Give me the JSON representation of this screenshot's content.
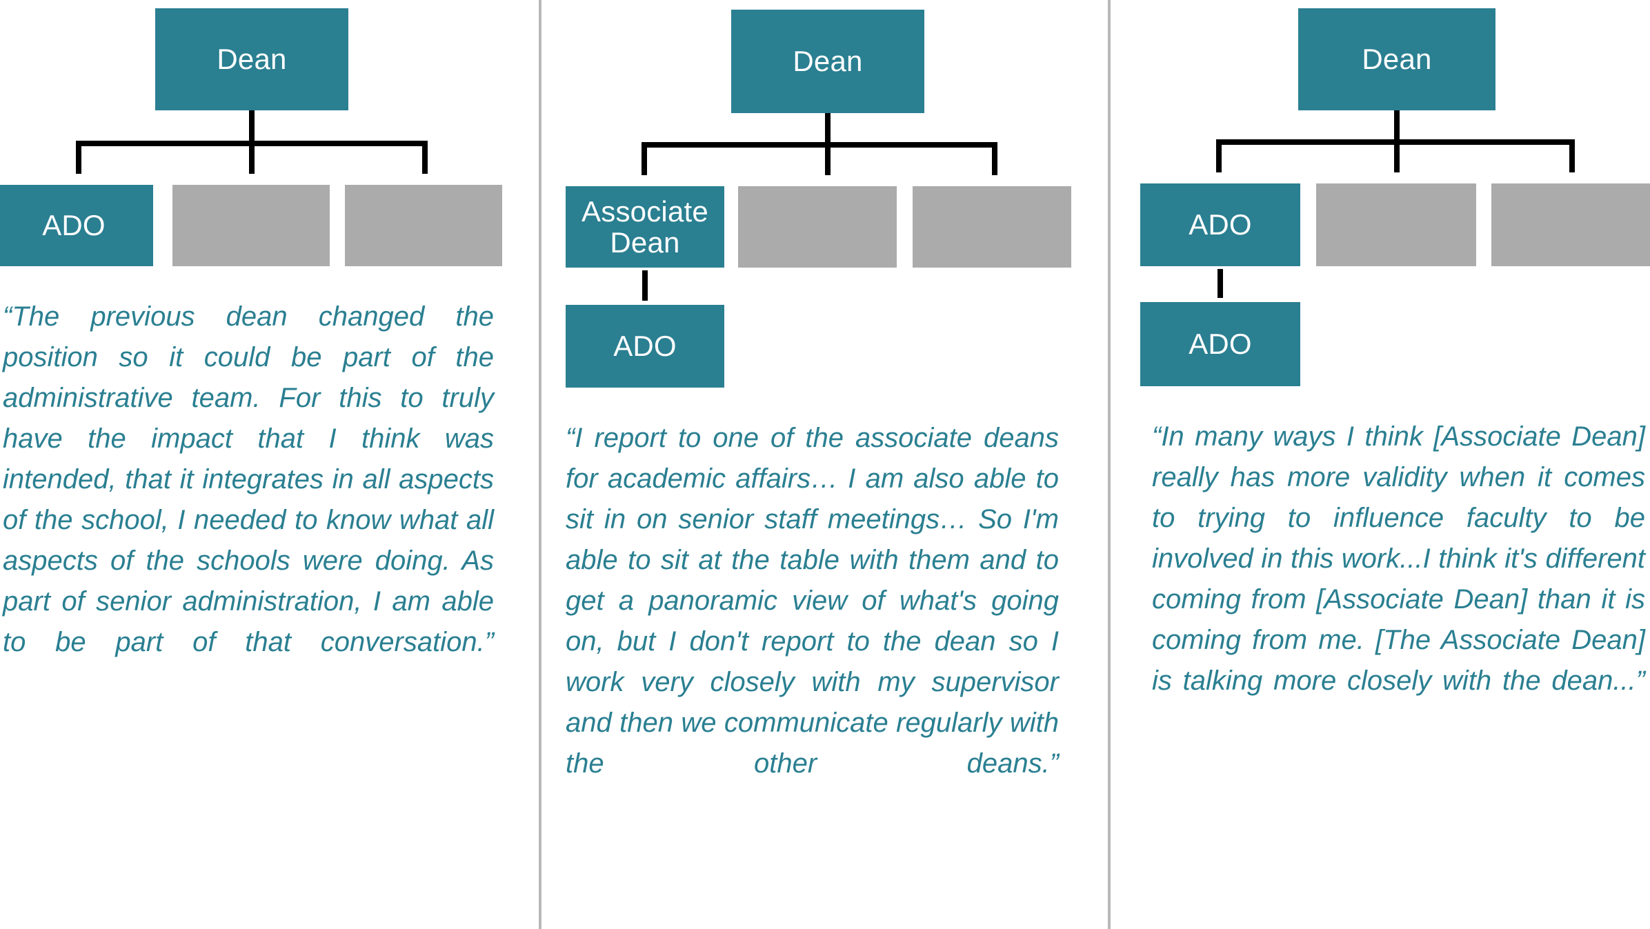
{
  "colors": {
    "accent_teal": "#2A7F91",
    "placeholder_gray": "#ABABAB",
    "connector_black": "#000000",
    "divider_gray": "#B8B8B8",
    "box_text": "#FFFFFF",
    "quote_text": "#2A7F91",
    "page_background": "#FFFFFF"
  },
  "columns": [
    {
      "id": "model-1",
      "org_chart": {
        "root": {
          "label": "Dean",
          "style": "teal"
        },
        "children": [
          {
            "label": "ADO",
            "style": "teal"
          },
          {
            "label": "",
            "style": "gray"
          },
          {
            "label": "",
            "style": "gray"
          }
        ],
        "grandchild": null
      },
      "quote": "“The previous dean changed the position so it could be part of the administrative team. For this to truly have the impact that I think was intended, that it integrates in all aspects of the school, I needed to know what all aspects of the schools were doing. As part of senior administration, I am able to be part of that conversation.”"
    },
    {
      "id": "model-2",
      "org_chart": {
        "root": {
          "label": "Dean",
          "style": "teal"
        },
        "children": [
          {
            "label": "Associate Dean",
            "style": "teal"
          },
          {
            "label": "",
            "style": "gray"
          },
          {
            "label": "",
            "style": "gray"
          }
        ],
        "grandchild": {
          "label": "ADO",
          "style": "teal",
          "parent_index": 0
        }
      },
      "quote": "“I report to one of the associate deans for academic affairs… I am also able to sit in on senior staff meetings… So I'm able to sit at the table with them and to get a panoramic view of what's going on, but I don't report to the dean so I work very closely with my supervisor and then we communicate regularly with the other deans.”"
    },
    {
      "id": "model-3",
      "org_chart": {
        "root": {
          "label": "Dean",
          "style": "teal"
        },
        "children": [
          {
            "label": "ADO",
            "style": "teal"
          },
          {
            "label": "",
            "style": "gray"
          },
          {
            "label": "",
            "style": "gray"
          }
        ],
        "grandchild": {
          "label": "ADO",
          "style": "teal",
          "parent_index": 0
        }
      },
      "quote": "“In many ways I think [Associate Dean] really has more validity when it comes to trying to influence faculty to be involved in this work...I think it's different coming from [Associate Dean] than it is coming from me. [The Associate Dean] is talking more closely with the dean...”"
    }
  ]
}
